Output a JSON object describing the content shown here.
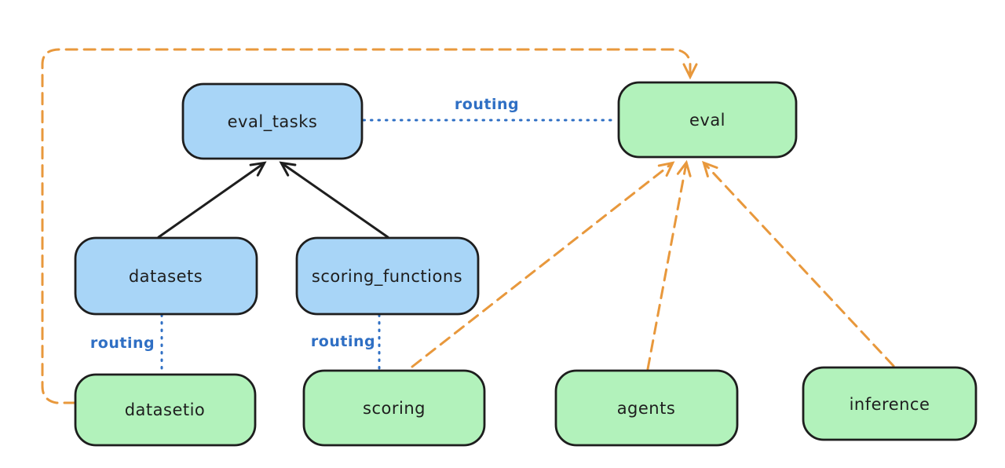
{
  "diagram": {
    "colors": {
      "blue_fill": "#a8d5f7",
      "green_fill": "#b2f2bb",
      "node_stroke": "#1e1e1e",
      "black_arrow": "#1e1e1e",
      "orange_arrow": "#e8983c",
      "routing_blue": "#2f6fc4",
      "background": "#ffffff"
    },
    "nodes": {
      "eval_tasks": {
        "label": "eval_tasks"
      },
      "eval": {
        "label": "eval"
      },
      "datasets": {
        "label": "datasets"
      },
      "scoring_functions": {
        "label": "scoring_functions"
      },
      "datasetio": {
        "label": "datasetio"
      },
      "scoring": {
        "label": "scoring"
      },
      "agents": {
        "label": "agents"
      },
      "inference": {
        "label": "inference"
      }
    },
    "edge_labels": {
      "eval_tasks_eval": "routing",
      "datasets_datasetio": "routing",
      "scoring_functions_scoring": "routing"
    }
  }
}
